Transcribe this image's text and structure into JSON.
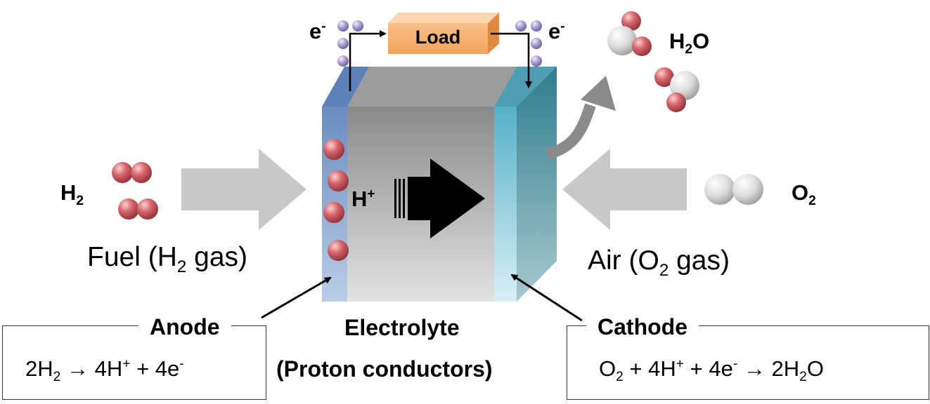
{
  "load": {
    "label": "Load"
  },
  "electron_left": {
    "symbol": "e",
    "sup": "-"
  },
  "electron_right": {
    "symbol": "e",
    "sup": "-"
  },
  "water": {
    "pre": "H",
    "sub": "2",
    "post": "O"
  },
  "hydrogen": {
    "symbol": "H",
    "sub": "2"
  },
  "oxygen": {
    "symbol": "O",
    "sub": "2"
  },
  "proton": {
    "symbol": "H",
    "sup": "+"
  },
  "fuel": {
    "pre": "Fuel (H",
    "sub": "2",
    "post": " gas)"
  },
  "air": {
    "pre": "Air (O",
    "sub": "2",
    "post": " gas)"
  },
  "anode": {
    "title": "Anode",
    "eq": {
      "a": "2H",
      "a_sub": "2",
      "arrow": "→",
      "b": "4H",
      "b_sup": "+",
      "c": "+ 4e",
      "c_sup": "-"
    }
  },
  "electrolyte": {
    "line1": "Electrolyte",
    "line2": "(Proton conductors)"
  },
  "cathode": {
    "title": "Cathode",
    "eq": {
      "a": "O",
      "a_sub": "2",
      "b": "+ 4H",
      "b_sup": "+",
      "c": "+ 4e",
      "c_sup": "-",
      "arrow": "→",
      "d": "2H",
      "d_sub": "2",
      "e": "O"
    }
  },
  "colors": {
    "anode": "#7f9fce",
    "electrolyte": "#9a9a9a",
    "cathode": "#63aec2",
    "load": "#f2a25c",
    "h_atom": "#c9545c",
    "o_atom": "#d9d9d9",
    "electron": "#9a8fc4",
    "flow_arrow": "#c8c8c8"
  }
}
